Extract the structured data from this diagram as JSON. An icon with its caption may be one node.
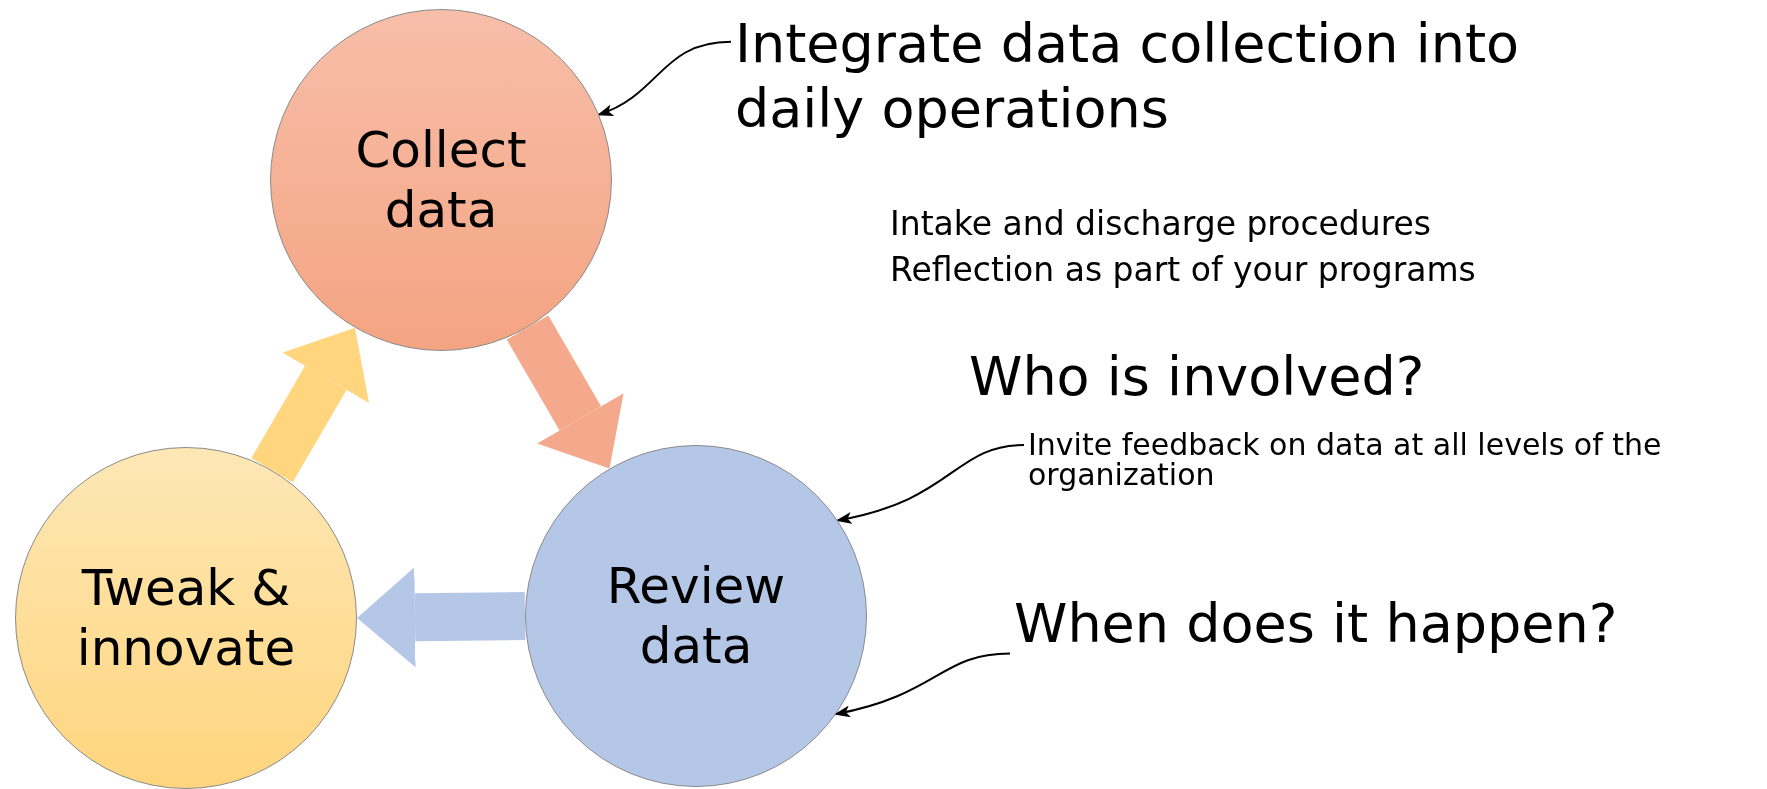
{
  "diagram": {
    "nodes": [
      {
        "text": [
          "Collect data"
        ]
      },
      {
        "text": [
          "Review data"
        ]
      },
      {
        "text": [
          "Tweak & innovate"
        ]
      },
      {
        "text": [
          "Integrate data collection into daily operations"
        ]
      },
      {
        "text": [
          "Invite feedback on data at all levels of the organization"
        ]
      },
      {
        "text": [
          "When does it happen?"
        ]
      }
    ],
    "edges": [
      {
        "from": 0,
        "to": 1,
        "arrow": "to",
        "style": "thick",
        "color": "#f4a98c"
      },
      {
        "from": 1,
        "to": 2,
        "arrow": "to",
        "style": "thick",
        "color": "#b4c7e7"
      },
      {
        "from": 2,
        "to": 0,
        "arrow": "to",
        "style": "thick",
        "color": "#ffd57e"
      },
      {
        "from": 3,
        "to": 0,
        "arrow": "to"
      },
      {
        "from": 4,
        "to": 1,
        "arrow": "to"
      },
      {
        "from": 5,
        "to": 1,
        "arrow": "to"
      }
    ],
    "labels": [
      "Intake and discharge procedures",
      "Reflection as part of your programs",
      "Who is involved?"
    ]
  }
}
